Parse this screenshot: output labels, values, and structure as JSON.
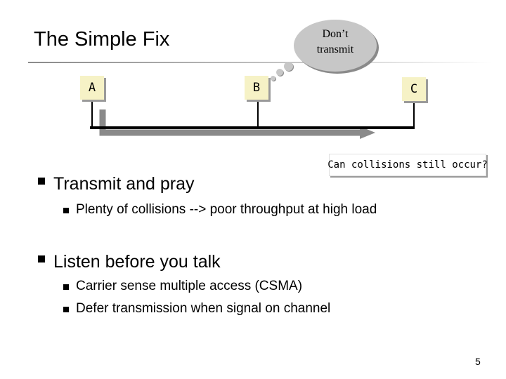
{
  "slide": {
    "title": "The Simple Fix",
    "page_number": "5"
  },
  "diagram": {
    "nodes": [
      {
        "label": "A"
      },
      {
        "label": "B"
      },
      {
        "label": "C"
      }
    ],
    "thought_bubble": {
      "line1": "Don’t",
      "line2": "transmit"
    },
    "question": "Can collisions still occur?"
  },
  "bullets": [
    {
      "text": "Transmit and pray",
      "sub": [
        "Plenty of collisions --> poor throughput at high load"
      ]
    },
    {
      "text": "Listen before you talk",
      "sub": [
        "Carrier sense multiple access (CSMA)",
        "Defer transmission when signal on channel"
      ]
    }
  ],
  "colors": {
    "node_fill": "#f6f2c6",
    "cloud_fill": "#c7c7c7",
    "arrow": "#8a8a8a"
  }
}
